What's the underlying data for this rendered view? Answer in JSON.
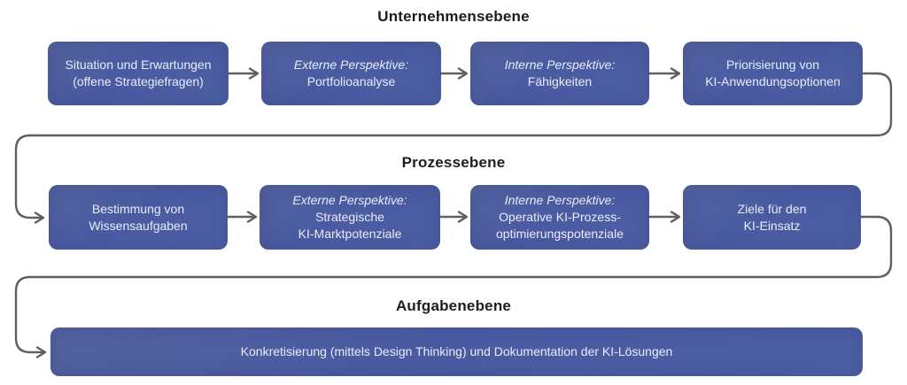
{
  "diagram": {
    "levels": [
      {
        "title": "Unternehmensebene"
      },
      {
        "title": "Prozessebene"
      },
      {
        "title": "Aufgabenebene"
      }
    ],
    "boxes": {
      "situation": {
        "lines": [
          "Situation und Erwartungen",
          "(offene Strategiefragen)"
        ]
      },
      "portfolioanalyse": {
        "lines": [
          "Externe Perspektive:",
          "Portfolioanalyse"
        ]
      },
      "faehigkeiten": {
        "lines": [
          "Interne Perspektive:",
          "Fähigkeiten"
        ]
      },
      "priorisierung": {
        "lines": [
          "Priorisierung von",
          "KI-Anwendungsoptionen"
        ]
      },
      "bestimmung": {
        "lines": [
          "Bestimmung von",
          "Wissensaufgaben"
        ]
      },
      "marktpotenziale": {
        "lines": [
          "Externe Perspektive:",
          "Strategische",
          "KI-Marktpotenziale"
        ]
      },
      "prozessoptimierung": {
        "lines": [
          "Interne Perspektive:",
          "Operative KI-Prozess-",
          "optimierungspotenziale"
        ]
      },
      "ziele": {
        "lines": [
          "Ziele für den",
          "KI-Einsatz"
        ]
      },
      "konkretisierung": {
        "lines": [
          "Konkretisierung (mittels Design Thinking) und Dokumentation der KI-Lösungen"
        ]
      }
    },
    "colors": {
      "box_fill": "#4e5fa5",
      "box_text": "#e9ecf4",
      "arrow": "#5c6065",
      "heading_text": "#1b1d21",
      "background": "#ffffff"
    }
  }
}
